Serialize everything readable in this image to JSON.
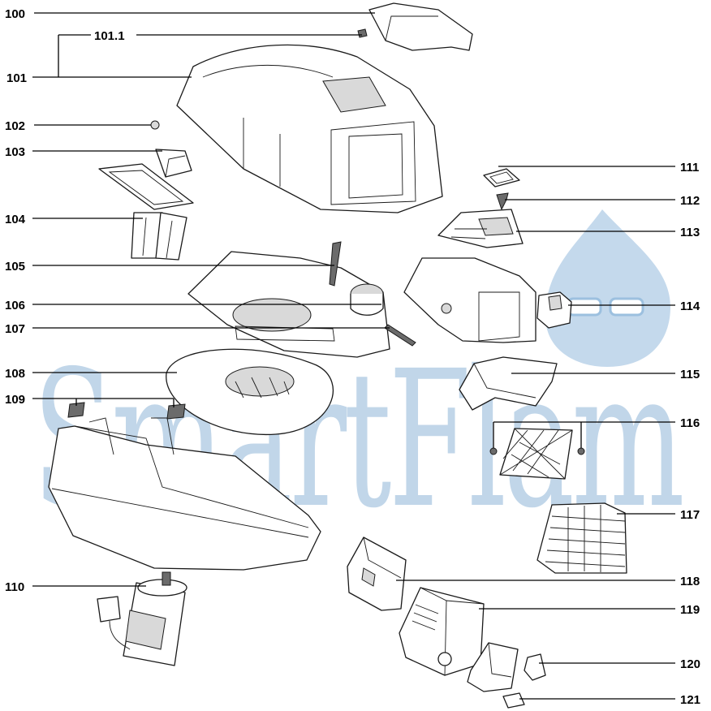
{
  "diagram": {
    "watermark": {
      "text": "SmartFlam"
    },
    "callouts": [
      "100",
      "101.1",
      "101",
      "102",
      "103",
      "104",
      "105",
      "106",
      "107",
      "108",
      "109",
      "110",
      "111",
      "112",
      "113",
      "114",
      "115",
      "116",
      "117",
      "118",
      "119",
      "120",
      "121"
    ]
  }
}
